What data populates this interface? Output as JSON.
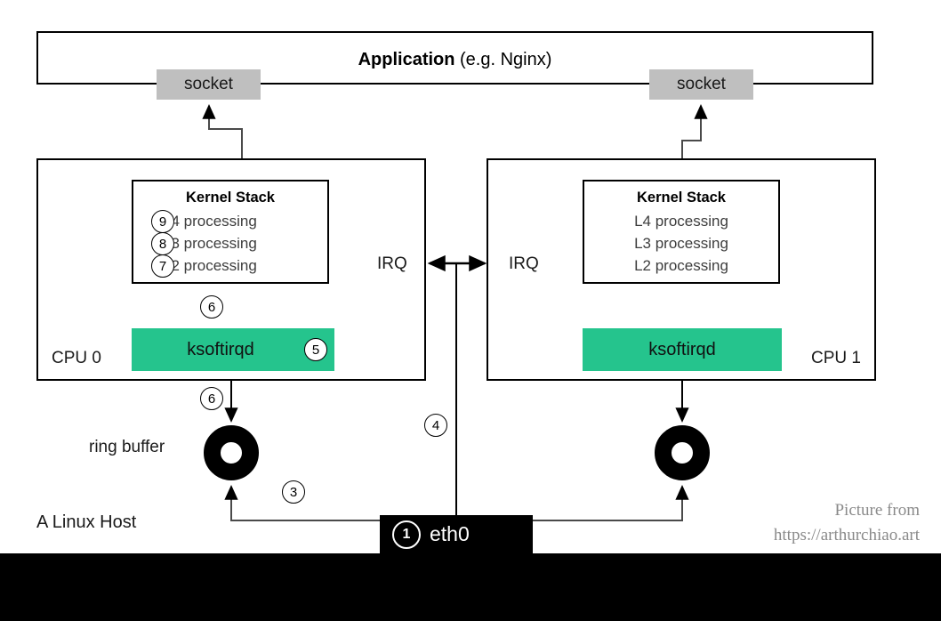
{
  "diagram": {
    "title_bold": "Application",
    "title_rest": " (e.g. Nginx)",
    "host_label": "A Linux Host",
    "ring_buffer_label": "ring buffer",
    "nic_label": "eth0",
    "nic_step": "1"
  },
  "colors": {
    "ksoftirqd_green": "#25c48d",
    "socket_gray": "#bfbfbf",
    "nic_black": "#000000",
    "stroke": "#000000",
    "attribution_gray": "#8a8a8a"
  },
  "sockets": {
    "left_label": "socket",
    "right_label": "socket"
  },
  "cpus": [
    {
      "name": "CPU 0",
      "kernel_stack": {
        "title": "Kernel Stack",
        "rows": [
          {
            "step": "9",
            "label": "L4 processing"
          },
          {
            "step": "8",
            "label": "L3 processing"
          },
          {
            "step": "7",
            "label": "L2 processing"
          }
        ]
      },
      "softirq": {
        "label": "ksoftirqd",
        "step": "5"
      },
      "irq_label": "IRQ"
    },
    {
      "name": "CPU 1",
      "kernel_stack": {
        "title": "Kernel Stack",
        "rows": [
          {
            "step": "",
            "label": "L4 processing"
          },
          {
            "step": "",
            "label": "L3 processing"
          },
          {
            "step": "",
            "label": "L2 processing"
          }
        ]
      },
      "softirq": {
        "label": "ksoftirqd",
        "step": ""
      },
      "irq_label": "IRQ"
    }
  ],
  "steps": {
    "nic_receive": "1",
    "dma_to_ring": "3",
    "hard_irq": "4",
    "soft_irq_raise": "5",
    "poll_from_ring": "6",
    "l2": "7",
    "l3": "8",
    "l4": "9"
  },
  "attribution": {
    "line1": "Picture from",
    "line2": "https://arthurchiao.art"
  }
}
